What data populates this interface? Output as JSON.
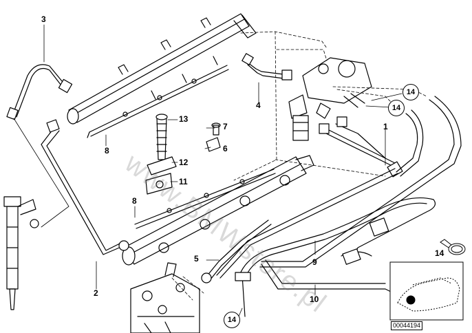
{
  "callouts": {
    "n1": "1",
    "n2": "2",
    "n3": "3",
    "n4": "4",
    "n5": "5",
    "n6": "6",
    "n7": "7",
    "n8a": "8",
    "n8b": "8",
    "n9": "9",
    "n10": "10",
    "n11": "11",
    "n12": "12",
    "n13": "13",
    "n14a": "14",
    "n14b": "14",
    "n14c": "14",
    "n14d": "14"
  },
  "watermark": "www.BMWstore.pl",
  "diagram_code": "00044194",
  "colors": {
    "line": "#000000",
    "watermark": "#8a8a8a"
  }
}
